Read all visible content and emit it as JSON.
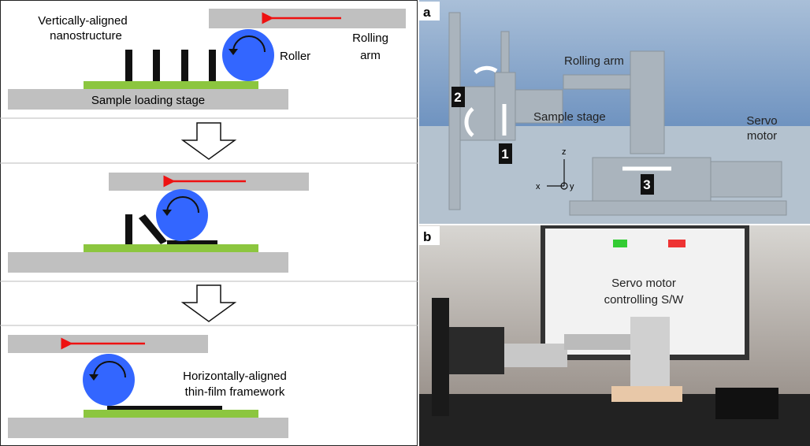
{
  "left_panel": {
    "step1": {
      "nanostructure_label_line1": "Vertically-aligned",
      "nanostructure_label_line2": "nanostructure",
      "roller_label": "Roller",
      "rolling_arm_line1": "Rolling",
      "rolling_arm_line2": "arm",
      "stage_label": "Sample loading stage"
    },
    "step3": {
      "film_label_line1": "Horizontally-aligned",
      "film_label_line2": "thin-film framework"
    }
  },
  "panel_a": {
    "label": "a",
    "rolling_arm": "Rolling arm",
    "sample_stage": "Sample stage",
    "servo_line1": "Servo",
    "servo_line2": "motor",
    "marker1": "1",
    "marker2": "2",
    "marker3": "3",
    "axis_z": "z",
    "axis_x": "x",
    "axis_y": "y"
  },
  "panel_b": {
    "label": "b",
    "software_line1": "Servo motor",
    "software_line2": "controlling S/W"
  },
  "colors": {
    "roller": "#3366ff",
    "substrate": "#8cc63f",
    "stage": "#c0c0c0",
    "arrow": "#ee1111"
  }
}
